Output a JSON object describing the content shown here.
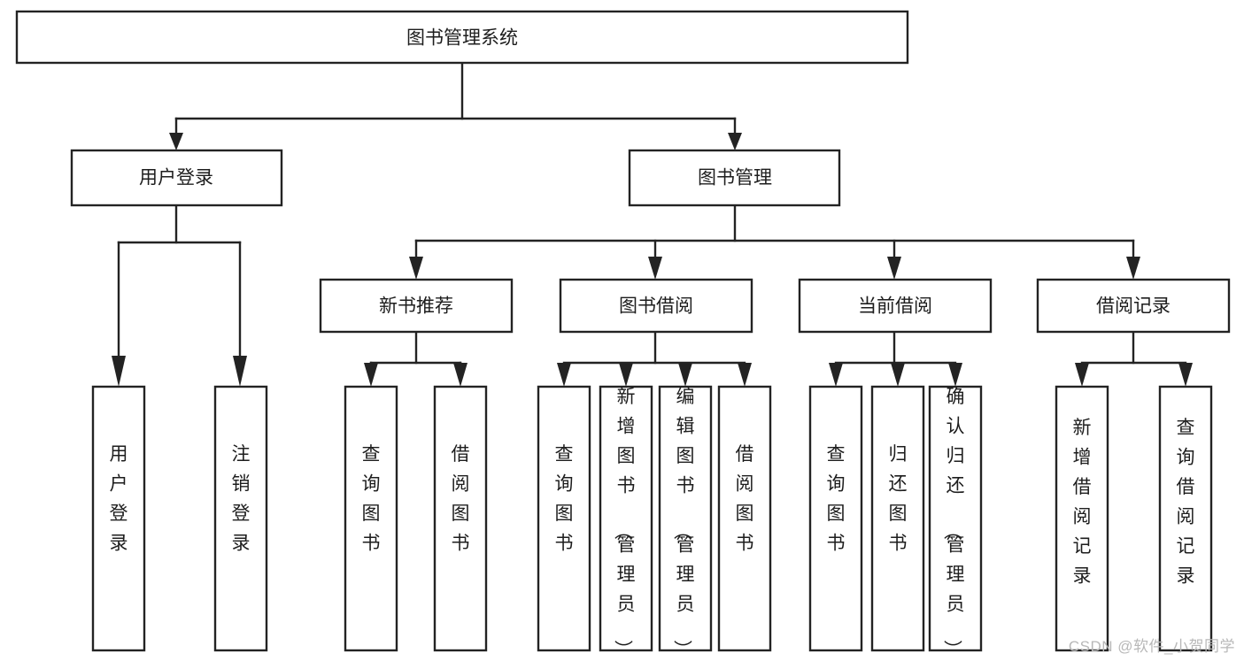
{
  "diagram": {
    "title": "图书管理系统",
    "type": "tree-hierarchy",
    "root": {
      "id": "root",
      "label": "图书管理系统",
      "orientation": "horizontal"
    },
    "level2": [
      {
        "id": "user-login",
        "label": "用户登录",
        "orientation": "horizontal"
      },
      {
        "id": "book-manage",
        "label": "图书管理",
        "orientation": "horizontal"
      }
    ],
    "level3": [
      {
        "id": "new-book-recommend",
        "label": "新书推荐",
        "orientation": "horizontal",
        "parent": "book-manage"
      },
      {
        "id": "book-borrow",
        "label": "图书借阅",
        "orientation": "horizontal",
        "parent": "book-manage"
      },
      {
        "id": "current-borrow",
        "label": "当前借阅",
        "orientation": "horizontal",
        "parent": "book-manage"
      },
      {
        "id": "borrow-record",
        "label": "借阅记录",
        "orientation": "horizontal",
        "parent": "book-manage"
      }
    ],
    "leaves": [
      {
        "id": "leaf-user-login",
        "label": "用户登录",
        "orientation": "vertical",
        "parent": "user-login"
      },
      {
        "id": "leaf-user-logout",
        "label": "注销登录",
        "orientation": "vertical",
        "parent": "user-login"
      },
      {
        "id": "leaf-query-book-1",
        "label": "查询图书",
        "orientation": "vertical",
        "parent": "new-book-recommend"
      },
      {
        "id": "leaf-borrow-book-1",
        "label": "借阅图书",
        "orientation": "vertical",
        "parent": "new-book-recommend"
      },
      {
        "id": "leaf-query-book-2",
        "label": "查询图书",
        "orientation": "vertical",
        "parent": "book-borrow"
      },
      {
        "id": "leaf-add-book",
        "label": "新增图书（管理员）",
        "orientation": "vertical",
        "parent": "book-borrow"
      },
      {
        "id": "leaf-edit-book",
        "label": "编辑图书（管理员）",
        "orientation": "vertical",
        "parent": "book-borrow"
      },
      {
        "id": "leaf-borrow-book-2",
        "label": "借阅图书",
        "orientation": "vertical",
        "parent": "book-borrow"
      },
      {
        "id": "leaf-query-book-3",
        "label": "查询图书",
        "orientation": "vertical",
        "parent": "current-borrow"
      },
      {
        "id": "leaf-return-book",
        "label": "归还图书",
        "orientation": "vertical",
        "parent": "current-borrow"
      },
      {
        "id": "leaf-confirm-return",
        "label": "确认归还（管理员）",
        "orientation": "vertical",
        "parent": "current-borrow"
      },
      {
        "id": "leaf-add-record",
        "label": "新增借阅记录",
        "orientation": "vertical",
        "parent": "borrow-record"
      },
      {
        "id": "leaf-query-record",
        "label": "查询借阅记录",
        "orientation": "vertical",
        "parent": "borrow-record"
      }
    ]
  },
  "watermark": {
    "text": "CSDN @软件_小贺同学"
  },
  "colors": {
    "stroke": "#232323",
    "fill": "#ffffff",
    "text": "#1d1d1d",
    "watermark": "#b8b8b8"
  }
}
